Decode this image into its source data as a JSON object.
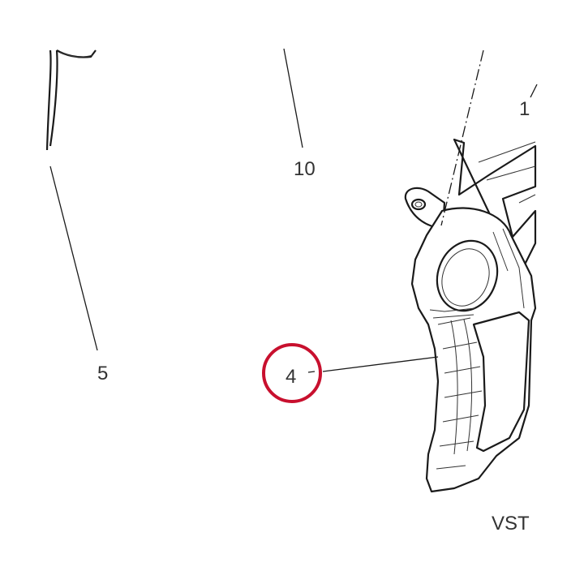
{
  "callouts": [
    {
      "label": "10",
      "highlighted": false
    },
    {
      "label": "5",
      "highlighted": false
    },
    {
      "label": "4",
      "highlighted": true
    },
    {
      "label": "1",
      "highlighted": false
    }
  ],
  "reference_code": "VST",
  "colors": {
    "line": "#1a1a1a",
    "label": "#333333",
    "highlight_circle": "#c8102e",
    "background": "#ffffff"
  }
}
